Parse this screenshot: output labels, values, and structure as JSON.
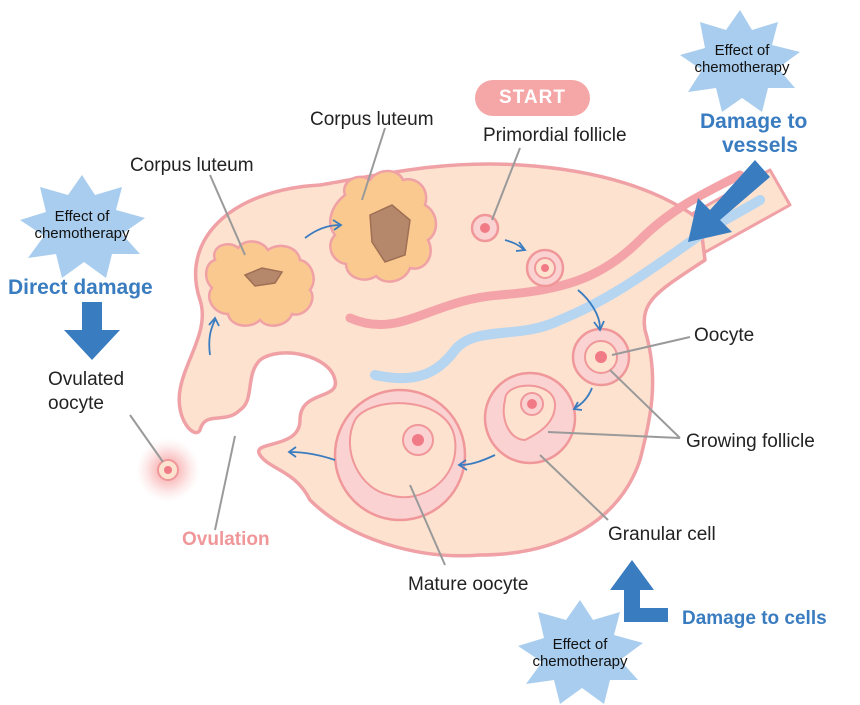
{
  "start": "START",
  "labels": {
    "primordial_follicle": "Primordial follicle",
    "corpus_luteum_top": "Corpus luteum",
    "corpus_luteum_left": "Corpus luteum",
    "oocyte": "Oocyte",
    "growing_follicle": "Growing follicle",
    "granular_cell": "Granular cell",
    "mature_oocyte": "Mature oocyte",
    "ovulated_oocyte_1": "Ovulated",
    "ovulated_oocyte_2": "oocyte",
    "ovulation": "Ovulation"
  },
  "effects": {
    "top_right": {
      "line1": "Effect of",
      "line2": "chemotherapy"
    },
    "left": {
      "line1": "Effect of",
      "line2": "chemotherapy"
    },
    "bottom": {
      "line1": "Effect of",
      "line2": "chemotherapy"
    }
  },
  "damage": {
    "vessels_1": "Damage to",
    "vessels_2": "vessels",
    "direct": "Direct damage",
    "cells": "Damage to cells"
  },
  "colors": {
    "ovary_fill": "#fde2cf",
    "ovary_stroke": "#f0a1a6",
    "follicle_pink": "#f4a4a8",
    "follicle_core": "#f07b86",
    "corpus_fill": "#f9c98f",
    "corpus_core": "#b5876b",
    "vessel_blue": "#b6d5f0",
    "arrow_blue": "#3a7cc0",
    "burst_blue": "#a9cdee"
  }
}
